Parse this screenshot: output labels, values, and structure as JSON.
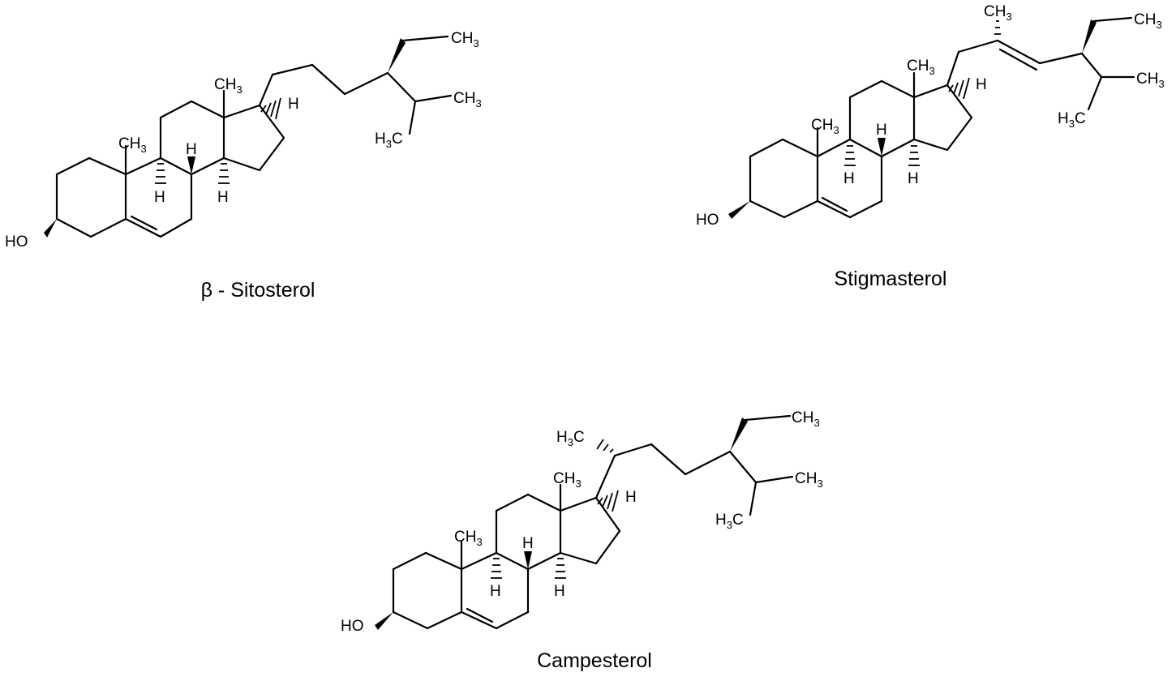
{
  "molecules": [
    {
      "name": "β - Sitosterol",
      "labels": {
        "ho": "HO",
        "c10_methyl": [
          "CH",
          "3"
        ],
        "c13_methyl": [
          "CH",
          "3"
        ],
        "h17": "H",
        "h9": "H",
        "h8": "H",
        "h14": "H",
        "terminal_methyl_1": [
          "CH",
          "3"
        ],
        "terminal_methyl_2": [
          "CH",
          "3"
        ],
        "terminal_methyl_3": [
          "H",
          "3",
          "C"
        ]
      }
    },
    {
      "name": "Stigmasterol",
      "labels": {
        "ho": "HO",
        "c10_methyl": [
          "CH",
          "3"
        ],
        "c13_methyl": [
          "CH",
          "3"
        ],
        "h17": "H",
        "h9": "H",
        "h8": "H",
        "h14": "H",
        "c20_methyl": [
          "CH",
          "3"
        ],
        "terminal_methyl_1": [
          "CH",
          "3"
        ],
        "terminal_methyl_2": [
          "CH",
          "3"
        ],
        "terminal_methyl_3": [
          "H",
          "3",
          "C"
        ]
      }
    },
    {
      "name": "Campesterol",
      "labels": {
        "ho": "HO",
        "c10_methyl": [
          "CH",
          "3"
        ],
        "c13_methyl": [
          "CH",
          "3"
        ],
        "h17": "H",
        "h9": "H",
        "h8": "H",
        "h14": "H",
        "c20_methyl": [
          "H",
          "3",
          "C"
        ],
        "terminal_methyl_1": [
          "CH",
          "3"
        ],
        "terminal_methyl_2": [
          "CH",
          "3"
        ],
        "terminal_methyl_3": [
          "H",
          "3",
          "C"
        ]
      }
    }
  ]
}
